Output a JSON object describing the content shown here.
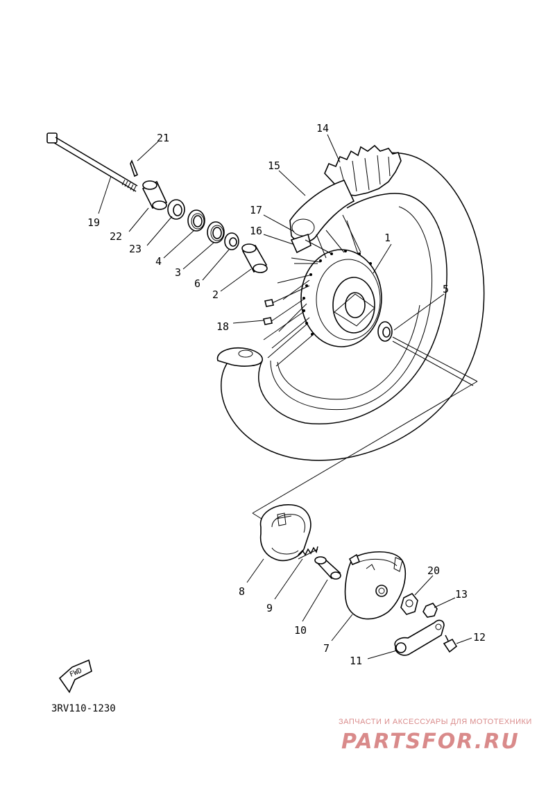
{
  "drawing_code": "3RV110-1230",
  "fwd_label": "FWD",
  "watermark": {
    "tagline": "ЗАПЧАСТИ И АКСЕССУАРЫ ДЛЯ МОТОТЕХНИКИ",
    "logo": "PARTSFOR.RU",
    "color": "#d98a8a"
  },
  "callouts": [
    "1",
    "2",
    "3",
    "4",
    "5",
    "6",
    "7",
    "8",
    "9",
    "10",
    "11",
    "12",
    "13",
    "14",
    "15",
    "16",
    "17",
    "18",
    "19",
    "20",
    "21",
    "22",
    "23"
  ]
}
